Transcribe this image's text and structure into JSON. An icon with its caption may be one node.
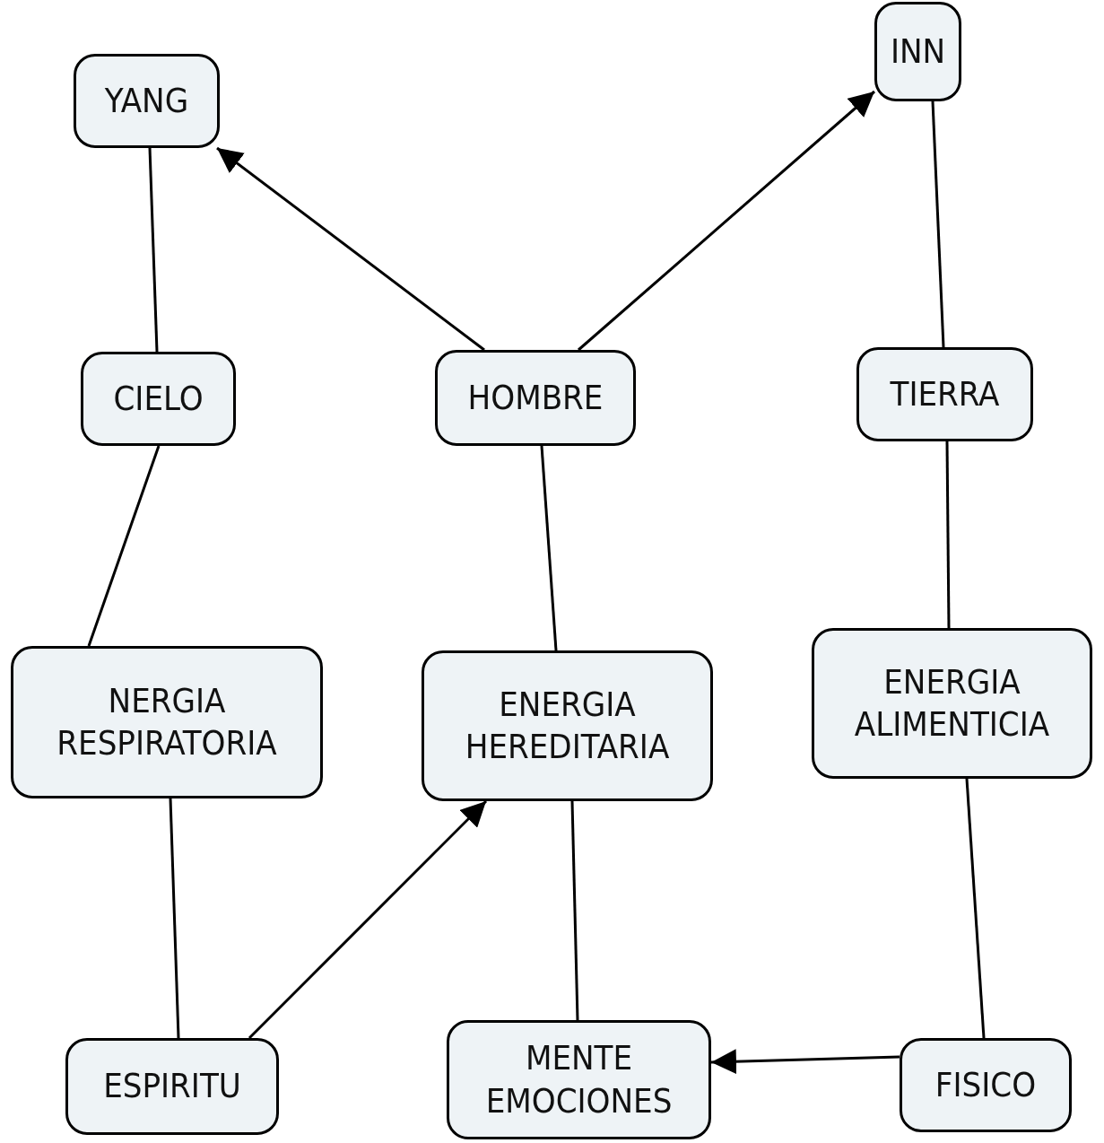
{
  "diagram": {
    "nodes": [
      {
        "text": [
          "YANG"
        ]
      },
      {
        "text": [
          "INN"
        ]
      },
      {
        "text": [
          "CIELO"
        ]
      },
      {
        "text": [
          "HOMBRE"
        ]
      },
      {
        "text": [
          "TIERRA"
        ]
      },
      {
        "text": [
          "NERGIA RESPIRATORIA"
        ]
      },
      {
        "text": [
          "ENERGIA HEREDITARIA"
        ]
      },
      {
        "text": [
          "ENERGIA ALIMENTICIA"
        ]
      },
      {
        "text": [
          "ESPIRITU"
        ]
      },
      {
        "text": [
          "MENTE EMOCIONES"
        ]
      },
      {
        "text": [
          "FISICO"
        ]
      }
    ],
    "edges": [
      {
        "from": 0,
        "to": 2,
        "arrow": "none"
      },
      {
        "from": 3,
        "to": 0,
        "arrow": "to"
      },
      {
        "from": 3,
        "to": 1,
        "arrow": "to"
      },
      {
        "from": 1,
        "to": 4,
        "arrow": "none"
      },
      {
        "from": 2,
        "to": 5,
        "arrow": "none"
      },
      {
        "from": 3,
        "to": 6,
        "arrow": "none"
      },
      {
        "from": 4,
        "to": 7,
        "arrow": "none"
      },
      {
        "from": 5,
        "to": 8,
        "arrow": "none"
      },
      {
        "from": 8,
        "to": 6,
        "arrow": "to"
      },
      {
        "from": 6,
        "to": 9,
        "arrow": "none"
      },
      {
        "from": 7,
        "to": 10,
        "arrow": "none"
      },
      {
        "from": 10,
        "to": 9,
        "arrow": "to"
      }
    ]
  }
}
